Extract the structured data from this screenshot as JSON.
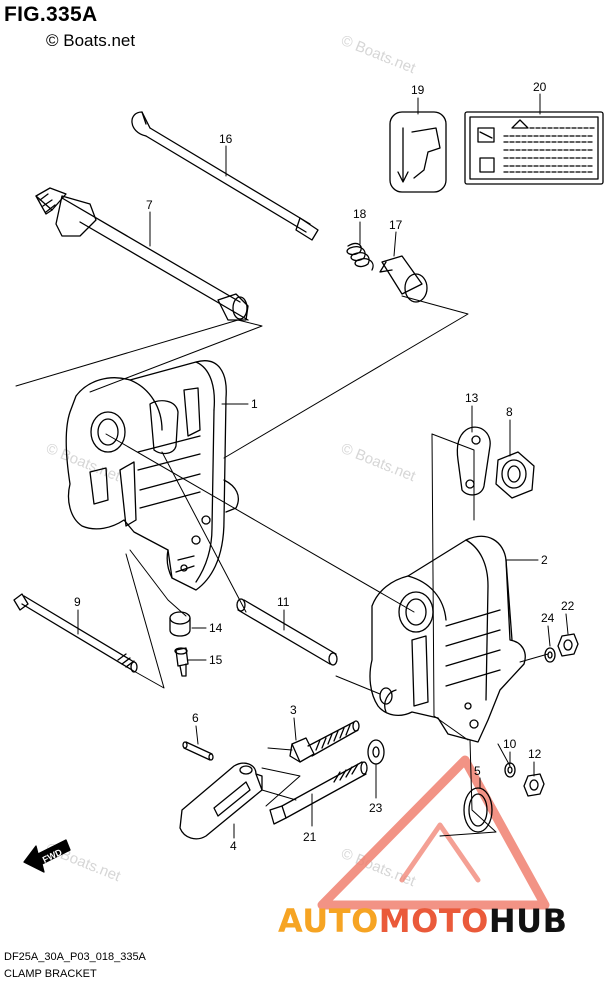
{
  "figure": {
    "title": "FIG.335A",
    "copyright": "© Boats.net",
    "watermark": "© Boats.net",
    "code": "DF25A_30A_P03_018_335A",
    "caption": "CLAMP BRACKET",
    "fwd": "FWD"
  },
  "logo": {
    "part1": "AUTO",
    "part2": "MOTO",
    "part3": "HUB"
  },
  "callouts": {
    "c1": "1",
    "c2": "2",
    "c3": "3",
    "c4": "4",
    "c5": "5",
    "c6": "6",
    "c7": "7",
    "c8": "8",
    "c9": "9",
    "c10": "10",
    "c11": "11",
    "c12": "12",
    "c13": "13",
    "c14": "14",
    "c15": "15",
    "c16": "16",
    "c17": "17",
    "c18": "18",
    "c19": "19",
    "c20": "20",
    "c21": "21",
    "c22": "22",
    "c23": "23",
    "c24": "24"
  },
  "colors": {
    "line": "#000000",
    "watermark": "#d6d6d6",
    "logo_orange": "#f6a423",
    "logo_red": "#ea5a3a",
    "triangle": "#f08070"
  }
}
